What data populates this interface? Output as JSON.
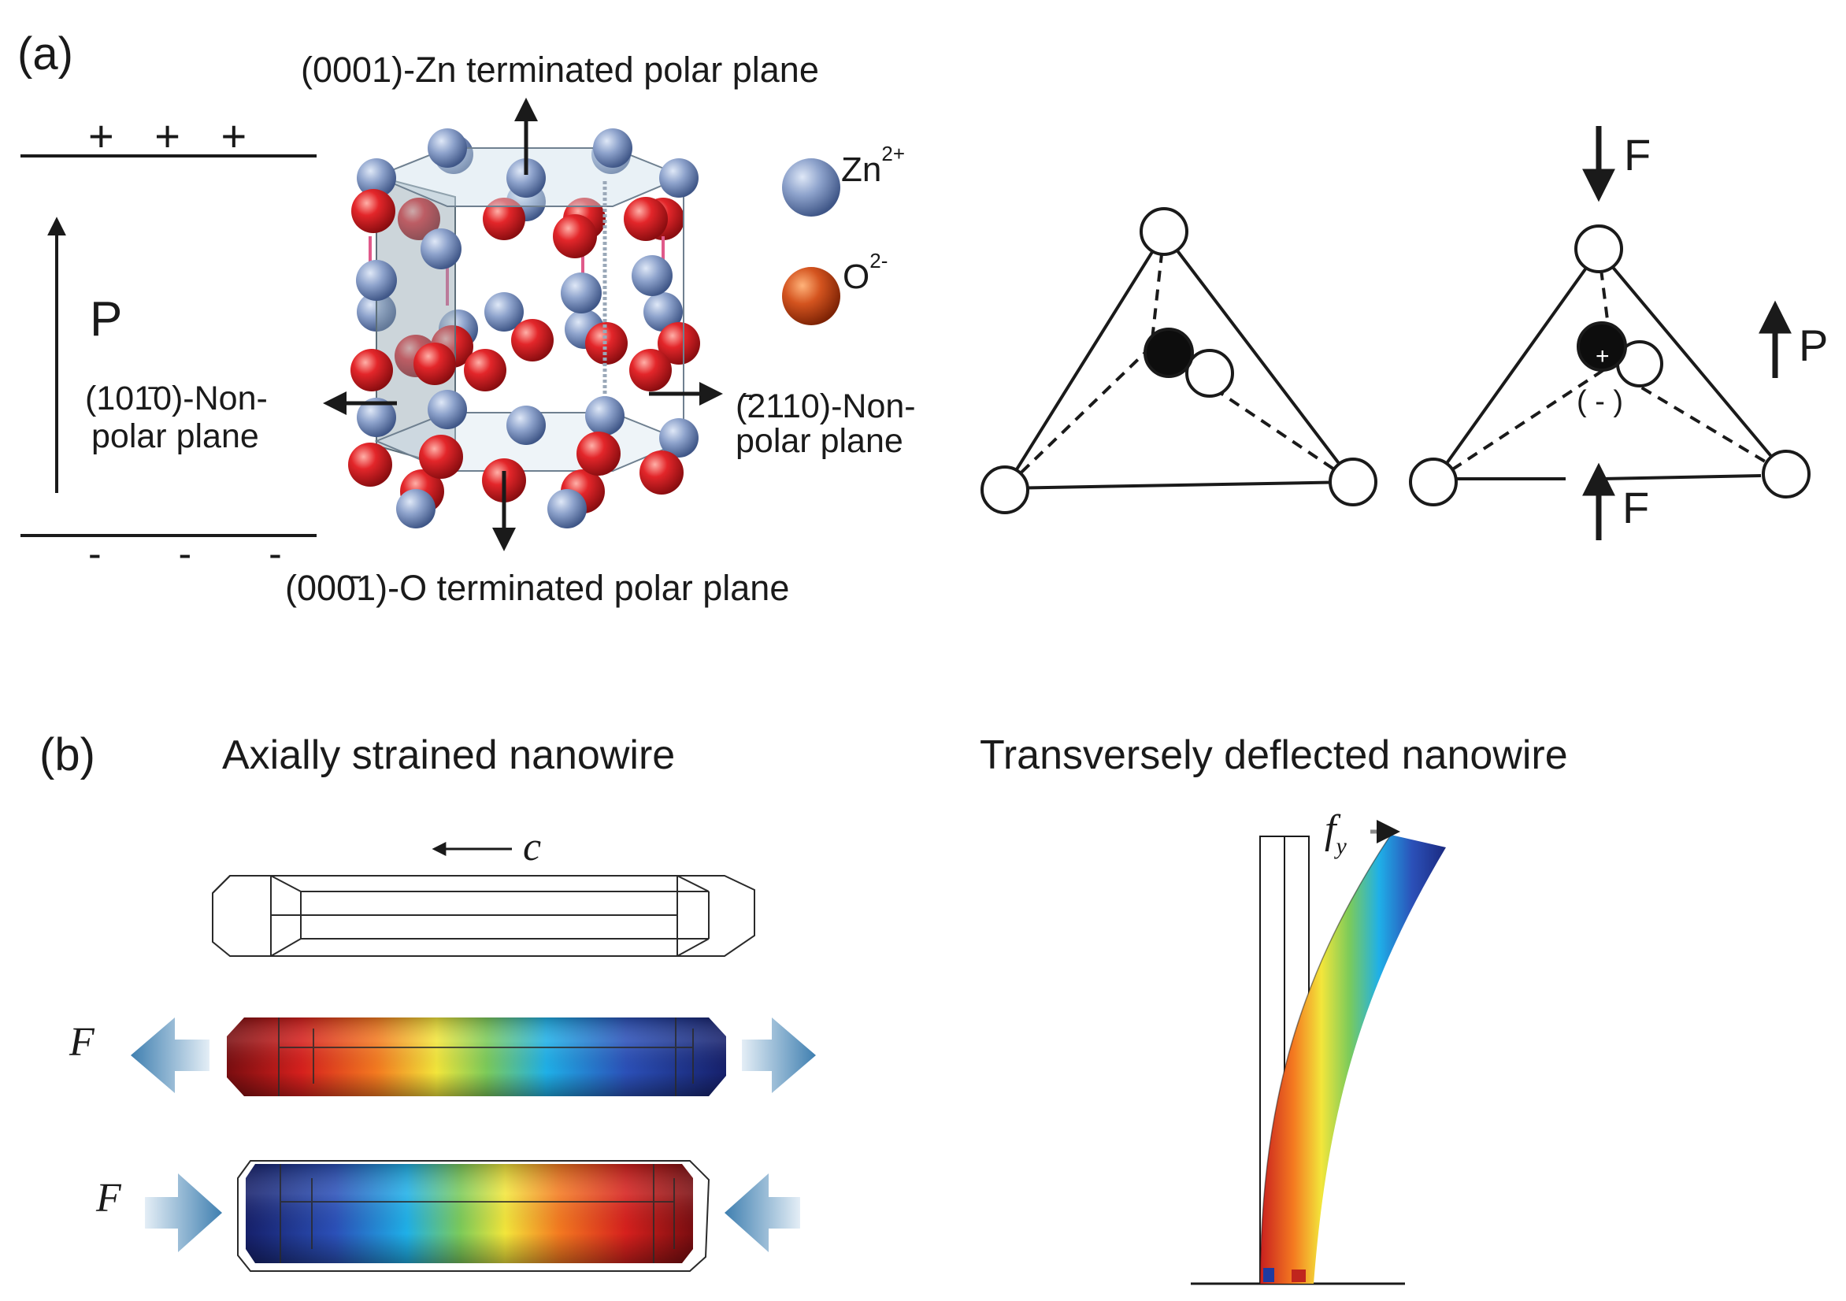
{
  "panel_a": {
    "label": "(a)",
    "zn_plane": "(0001)-Zn terminated polar plane",
    "o_plane": "(000̄1)-O terminated polar plane",
    "left_plane_line1": "(101̄0)-Non-",
    "left_plane_line2": "polar plane",
    "right_plane_line1": "(̄2110)-Non-",
    "right_plane_line2": "polar plane",
    "plus_signs": "+ + +",
    "minus_signs": "- - -",
    "polarization": "P",
    "legend": {
      "zn_base": "Zn",
      "zn_charge": "2+",
      "o_base": "O",
      "o_charge": "2-"
    },
    "tetra": {
      "force_top": "F",
      "force_bottom": "F",
      "polarization": "P",
      "plus": "+",
      "minus": "( - )"
    },
    "colors": {
      "zn": "#7f95c2",
      "o": "#d8262a"
    }
  },
  "panel_b": {
    "label": "(b)",
    "axial_title": "Axially strained nanowire",
    "transverse_title": "Transversely deflected nanowire",
    "c_axis": "c",
    "force_label_1": "F",
    "force_label_2": "F",
    "fy_base": "f",
    "fy_sub": "y"
  }
}
